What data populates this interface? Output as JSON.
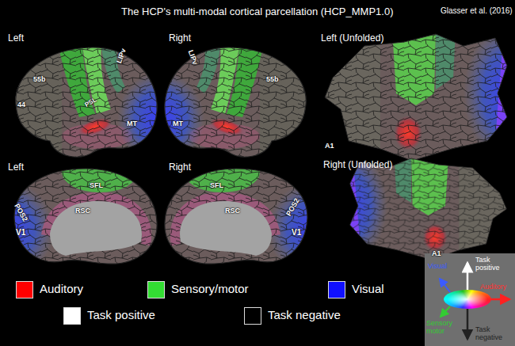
{
  "diagram": {
    "title": "The HCP's multi-modal cortical parcellation (HCP_MMP1.0)",
    "labels": [
      "Glasser et al. (2016)",
      "Left",
      "Right",
      "Left (Unfolded)",
      "55b",
      "LIPv",
      "44",
      "PSL",
      "MT",
      "LIPv",
      "55b",
      "MT",
      "A1",
      "Left",
      "Right",
      "Right (Unfolded)",
      "SFL",
      "POS2",
      "RSC",
      "V1",
      "SFL",
      "POS2",
      "RSC",
      "V1",
      "A1",
      "Task positive",
      "Visual",
      "Auditory",
      "Sensory motor",
      "Task negative"
    ],
    "legend": [
      {
        "text": "Auditory",
        "color": "#ff0000"
      },
      {
        "text": "Sensory/motor",
        "color": "#33dd33"
      },
      {
        "text": "Visual",
        "color": "#1010ff"
      },
      {
        "text": "Task positive",
        "color": "#ffffff"
      },
      {
        "text": "Task negative",
        "color": "#000000"
      }
    ]
  }
}
